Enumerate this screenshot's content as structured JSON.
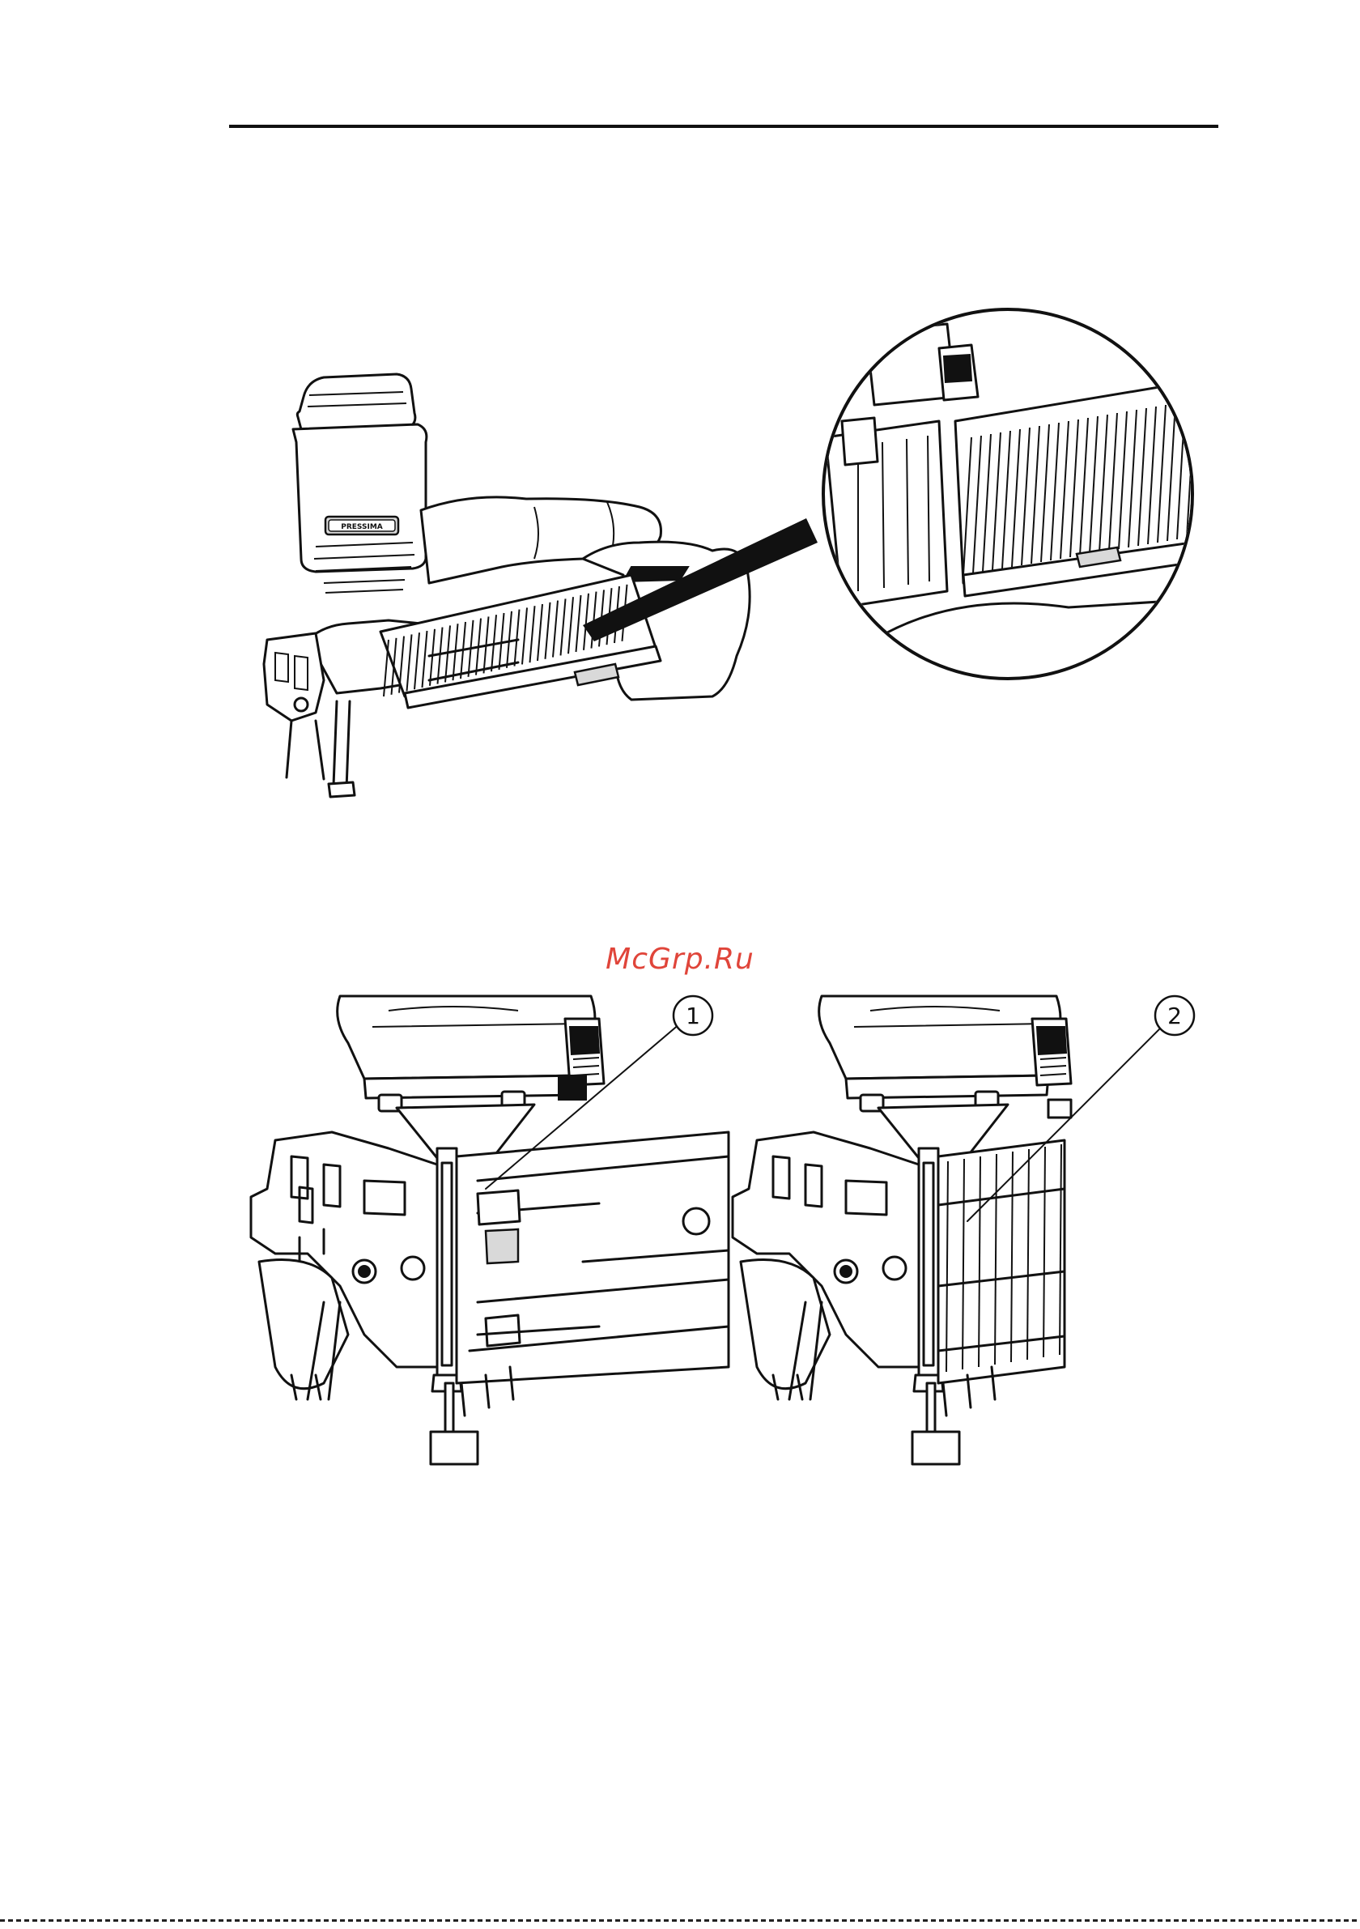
{
  "watermark": "McGrp.Ru",
  "tool_brand": "PRESSIMA",
  "callouts": [
    {
      "label": "1"
    },
    {
      "label": "2"
    }
  ],
  "figures": {
    "main": "nail-gun-icon",
    "detail_top": "magnifier-detail-icon",
    "detail_left": "empty-magazine-icon",
    "detail_right": "loaded-magazine-icon"
  }
}
